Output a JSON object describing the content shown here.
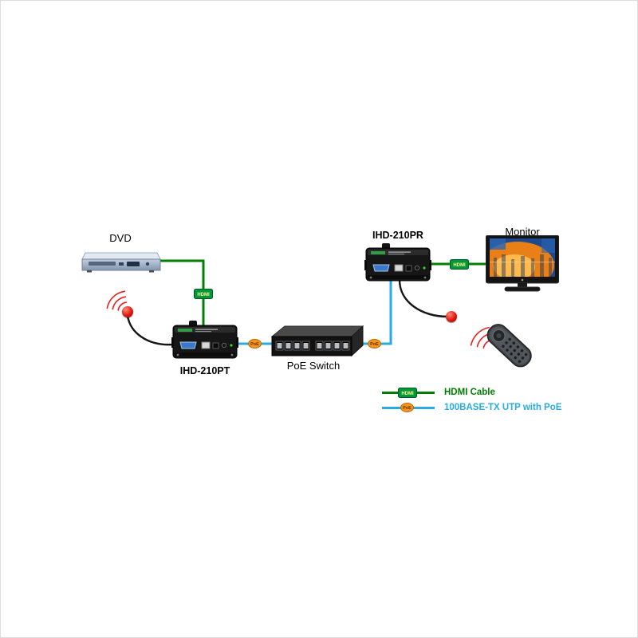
{
  "diagram": {
    "nodes": {
      "dvd": {
        "label": "DVD",
        "icon": "dvd-player-icon"
      },
      "transmitter": {
        "label": "IHD-210PT",
        "icon": "hdmi-extender-transmitter-icon"
      },
      "poe_switch": {
        "label": "PoE Switch",
        "icon": "poe-switch-icon"
      },
      "receiver": {
        "label": "IHD-210PR",
        "icon": "hdmi-extender-receiver-icon"
      },
      "monitor": {
        "label": "Monitor",
        "icon": "monitor-icon"
      },
      "remote": {
        "icon": "remote-control-icon"
      },
      "ir_emitter": {
        "icon": "ir-emitter-icon"
      },
      "ir_receiver": {
        "icon": "ir-receiver-icon"
      }
    },
    "badges": {
      "hdmi": "HDMI",
      "poe": "PoE"
    },
    "connections": [
      {
        "from": "dvd",
        "to": "transmitter",
        "type": "HDMI Cable",
        "badge": "HDMI"
      },
      {
        "from": "transmitter",
        "to": "poe_switch",
        "type": "100BASE-TX UTP with PoE",
        "badge": "PoE"
      },
      {
        "from": "poe_switch",
        "to": "receiver",
        "type": "100BASE-TX UTP with PoE",
        "badge": "PoE"
      },
      {
        "from": "receiver",
        "to": "monitor",
        "type": "HDMI Cable",
        "badge": "HDMI"
      }
    ],
    "legend": {
      "items": [
        {
          "label": "HDMI Cable",
          "badge": "HDMI",
          "color": "#008000"
        },
        {
          "label": "100BASE-TX UTP with PoE",
          "badge": "PoE",
          "color": "#29abe2"
        }
      ]
    },
    "colors": {
      "hdmi_cable": "#008000",
      "utp_cable": "#29abe2",
      "ir_signal": "#e8211d",
      "hdmi_badge": "#009639",
      "poe_badge": "#f7941d"
    }
  }
}
